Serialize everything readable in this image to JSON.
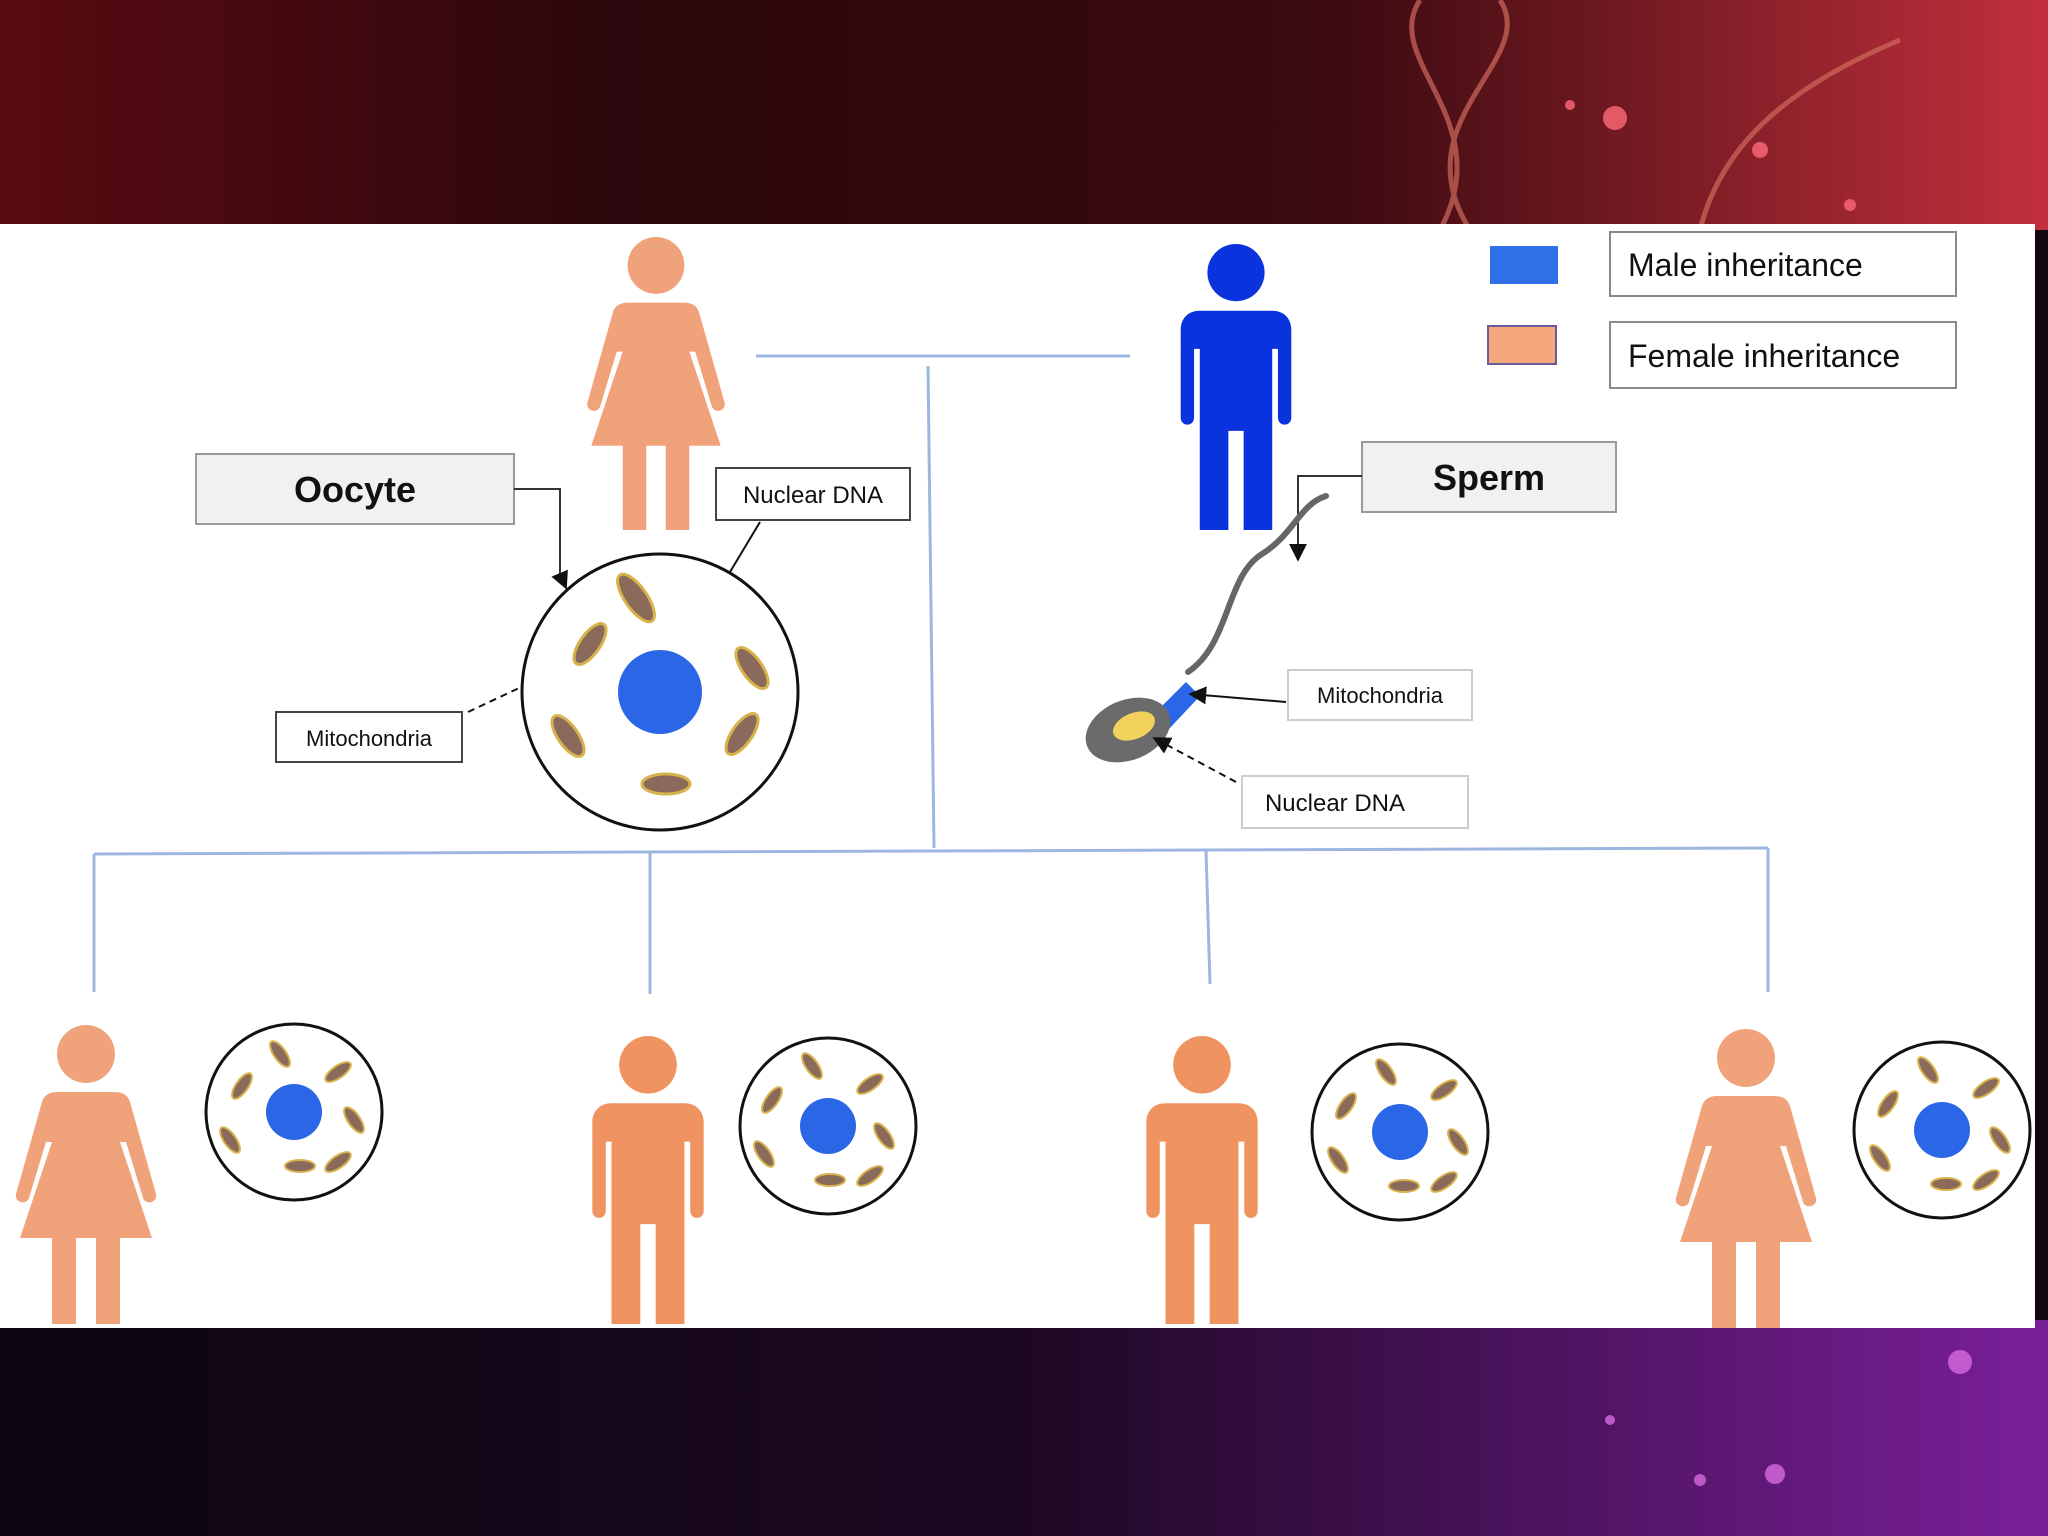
{
  "legend": {
    "male": {
      "label": "Male inheritance",
      "color": "#2f6fe8"
    },
    "female": {
      "label": "Female inheritance",
      "color": "#f7a77c"
    }
  },
  "labels": {
    "oocyte": "Oocyte",
    "sperm": "Sperm",
    "oocyte_nuclear_dna": "Nuclear DNA",
    "oocyte_mitochondria": "Mitochondria",
    "sperm_mitochondria": "Mitochondria",
    "sperm_nuclear_dna": "Nuclear DNA"
  },
  "colors": {
    "female_figure": "#f0a27a",
    "male_figure": "#0a33dd",
    "offspring_figure": "#ef9460",
    "nucleus": "#2a66e6",
    "mitochondrion": "#8a6a5a",
    "connector": "#9cb6e0",
    "sperm_head": "#6b6b6b",
    "sperm_nucleus": "#f2d25c",
    "sperm_midpiece": "#2a66e6"
  }
}
